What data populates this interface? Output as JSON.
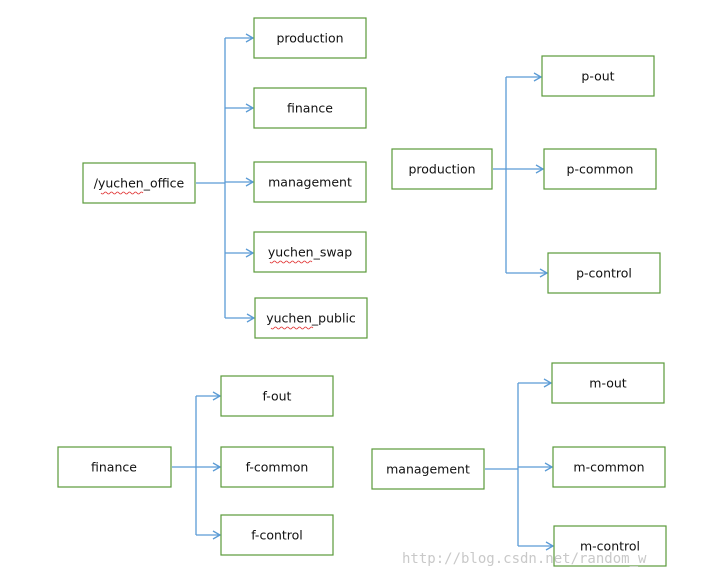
{
  "watermark": "http://blog.csdn.net/random_w",
  "groups": {
    "g1": {
      "root": "/yuchen_office",
      "children": [
        "production",
        "finance",
        "management",
        "yuchen_swap",
        "yuchen_public"
      ]
    },
    "g2": {
      "root": "production",
      "children": [
        "p-out",
        "p-common",
        "p-control"
      ]
    },
    "g3": {
      "root": "finance",
      "children": [
        "f-out",
        "f-common",
        "f-control"
      ]
    },
    "g4": {
      "root": "management",
      "children": [
        "m-out",
        "m-common",
        "m-control"
      ]
    }
  },
  "colors": {
    "box_border": "#5a9a3a",
    "connector": "#5b9bd5",
    "spellcheck": "#e03030"
  }
}
